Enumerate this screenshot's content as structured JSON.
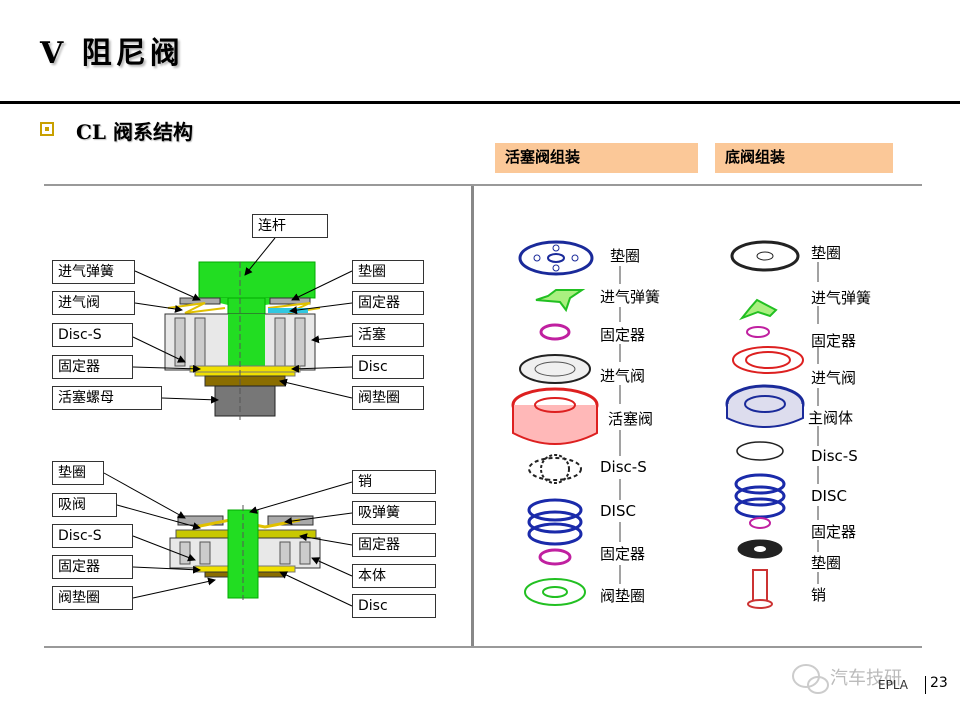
{
  "page": {
    "title": "V  阻尼阀",
    "subtitle": "CL 阀系结构"
  },
  "headers": {
    "piston": "活塞阀组装",
    "base": "底阀组装"
  },
  "diagram_top": {
    "top_label": "连杆",
    "left_labels": [
      "进气弹簧",
      "进气阀",
      "Disc-S",
      "固定器",
      "活塞螺母"
    ],
    "right_labels": [
      "垫圈",
      "固定器",
      "活塞",
      "Disc",
      "阀垫圈"
    ]
  },
  "diagram_bottom": {
    "left_labels": [
      "垫圈",
      "吸阀",
      "Disc-S",
      "固定器",
      "阀垫圈"
    ],
    "right_labels": [
      "销",
      "吸弹簧",
      "固定器",
      "本体",
      "Disc"
    ]
  },
  "piston_parts": [
    "垫圈",
    "进气弹簧",
    "固定器",
    "进气阀",
    "活塞阀",
    "Disc-S",
    "DISC",
    "固定器",
    "阀垫圈"
  ],
  "base_parts": [
    "垫圈",
    "进气弹簧",
    "固定器",
    "进气阀",
    "主阀体",
    "Disc-S",
    "DISC",
    "固定器",
    "垫圈",
    "销"
  ],
  "footer": {
    "brand": "汽车技研",
    "code": "EPLA",
    "page": "23"
  },
  "colors": {
    "header_bg": "#fbc898",
    "rod_green": "#22dd22",
    "disc_yellow": "#f0e000",
    "rule": "#999999"
  }
}
